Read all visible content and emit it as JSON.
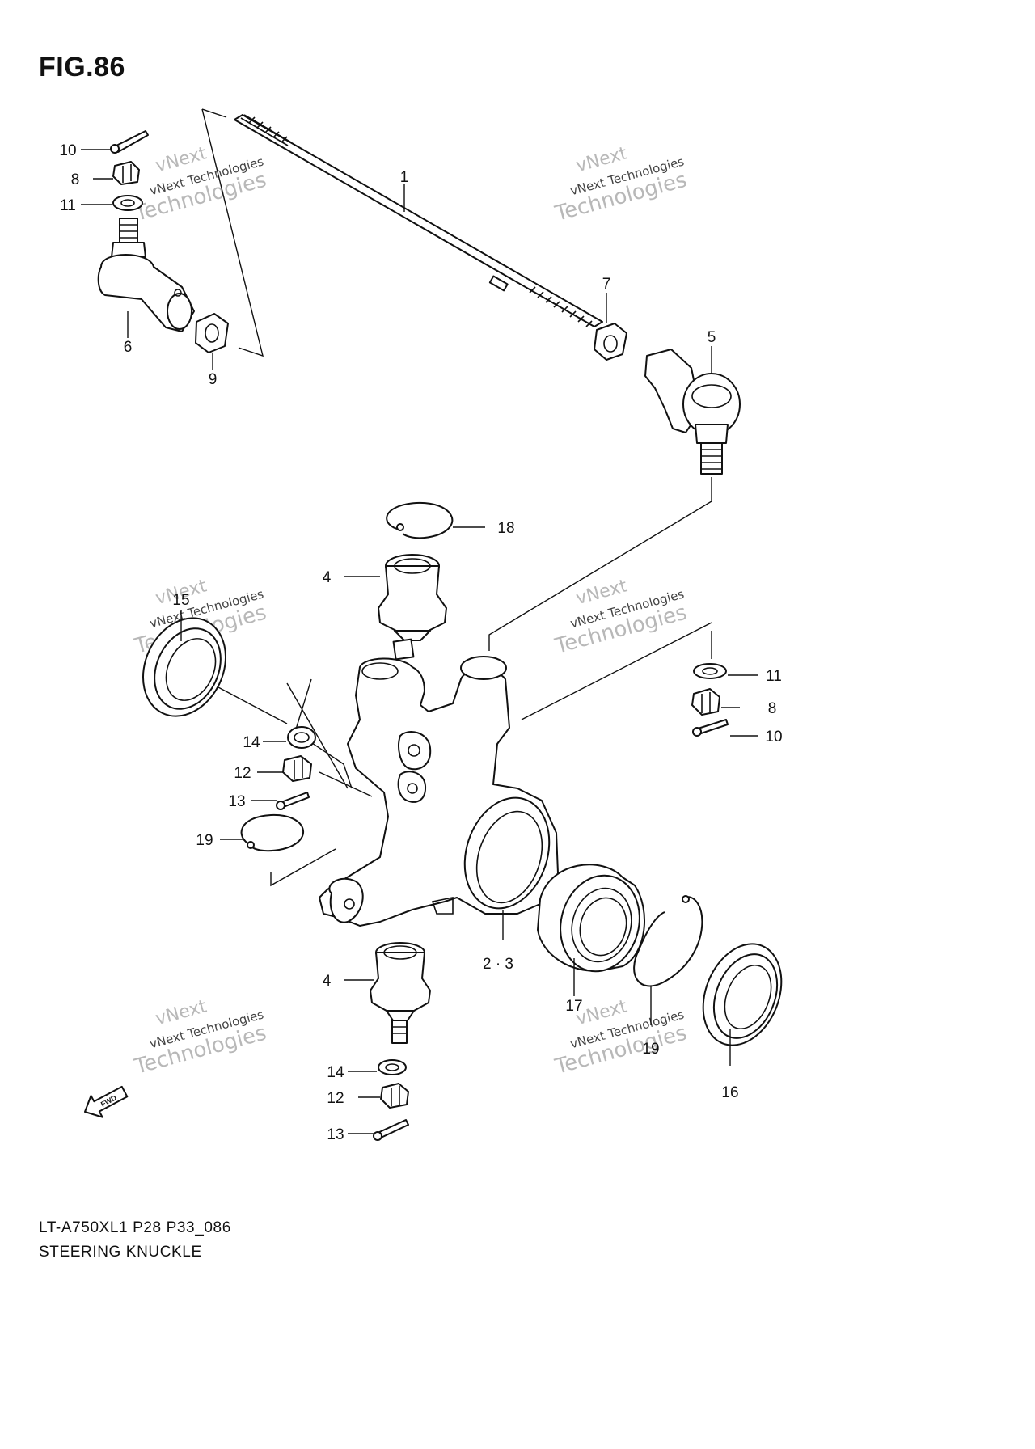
{
  "figure": {
    "title": "FIG.86",
    "model_code": "LT-A750XL1 P28 P33_086",
    "name": "STEERING KNUCKLE"
  },
  "callouts": [
    "1",
    "2 · 3",
    "4",
    "4",
    "5",
    "6",
    "7",
    "8",
    "8",
    "9",
    "10",
    "10",
    "11",
    "11",
    "12",
    "12",
    "13",
    "13",
    "14",
    "14",
    "15",
    "16",
    "17",
    "18",
    "19",
    "19"
  ],
  "watermark": {
    "line1": "vNext",
    "line2": "vNext Technologies",
    "line3": "Technologies"
  },
  "fwd_label": "FWD"
}
